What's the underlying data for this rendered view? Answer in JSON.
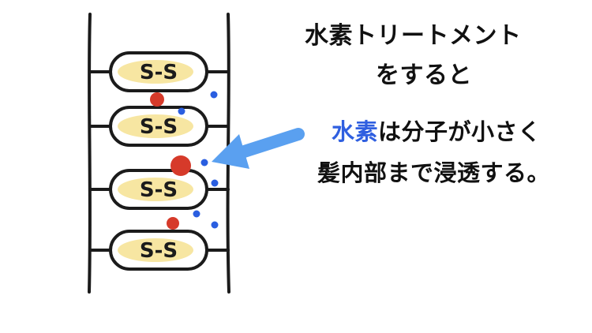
{
  "title": {
    "line1": "水素トリートメント",
    "line2": "をすると"
  },
  "description": {
    "highlight": "水素",
    "line1_rest": "は分子が小さく",
    "line2": "髪内部まで浸透する。"
  },
  "bond_labels": [
    "S-S",
    "S-S",
    "S-S",
    "S-S"
  ],
  "colors": {
    "text": "#111111",
    "highlight": "#2f5fe0",
    "arrow": "#5aa0f0",
    "red_particle": "#d63a2a",
    "blue_particle": "#2a5ee0",
    "pill_fill": "#f7e6a2",
    "outline": "#1b1b1b"
  },
  "icons": {
    "arrow": "arrow-left-icon",
    "particles": [
      "red-dot-icon",
      "blue-dot-icon"
    ]
  }
}
